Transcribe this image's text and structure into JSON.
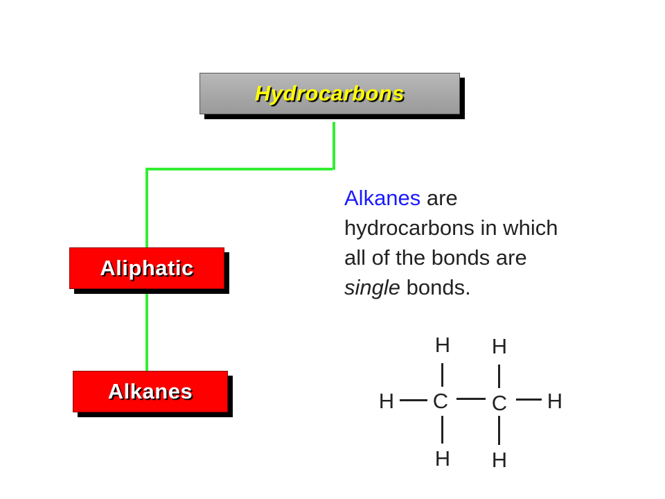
{
  "diagram": {
    "root": {
      "label": "Hydrocarbons"
    },
    "level1": {
      "label": "Aliphatic"
    },
    "level2": {
      "label": "Alkanes"
    }
  },
  "description": {
    "term": "Alkanes",
    "line1_rest": " are",
    "line2": "hydrocarbons in which",
    "line3": "all of the bonds are",
    "line4_emph": "single",
    "line4_rest": " bonds."
  },
  "molecule": {
    "atoms": {
      "h_top_left": "H",
      "h_top_right": "H",
      "h_left": "H",
      "c_left": "C",
      "c_right": "C",
      "h_right": "H",
      "h_bottom_left": "H",
      "h_bottom_right": "H"
    }
  },
  "colors": {
    "connector": "#33ee33",
    "root_box": "#a8a8a8",
    "root_text": "#ffff00",
    "child_box": "#ff0000",
    "term_text": "#1a1aff"
  }
}
